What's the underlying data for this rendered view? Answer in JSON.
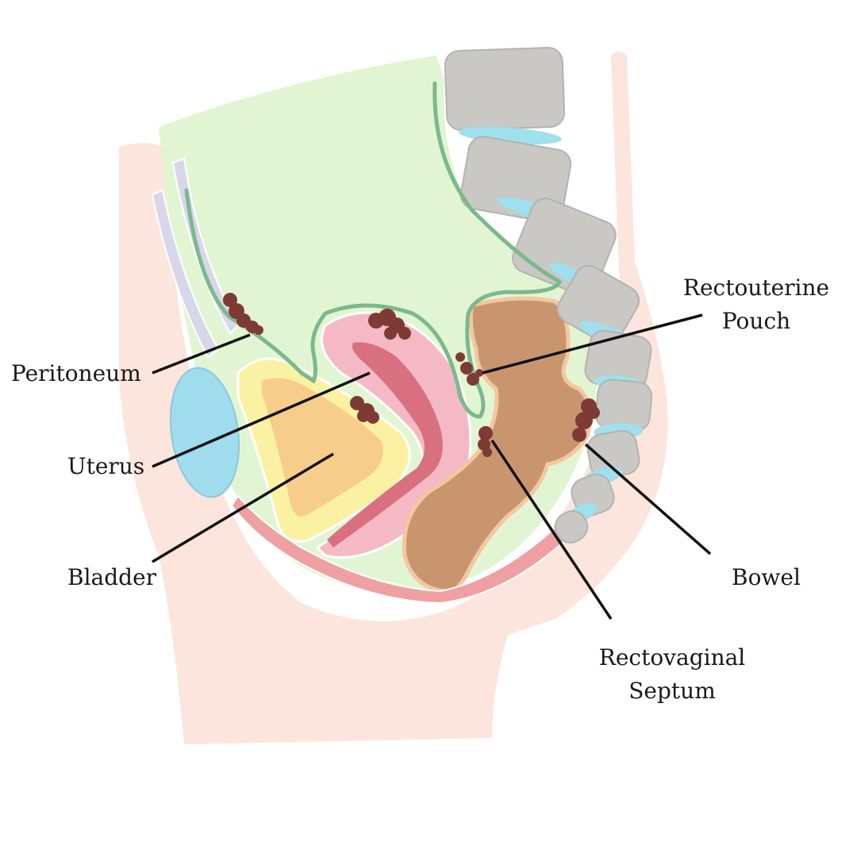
{
  "labels": {
    "peritoneum": "Peritoneum",
    "uterus": "Uterus",
    "bladder": "Bladder",
    "rectouterine_line1": "Rectouterine",
    "rectouterine_line2": "Pouch",
    "bowel": "Bowel",
    "rectovaginal_line1": "Rectovaginal",
    "rectovaginal_line2": "Septum"
  },
  "colors": {
    "skin": "#fbe5dc",
    "cavity": "#e2f5d2",
    "peritoneum_line": "#7bb98c",
    "spine_bone": "#c9c8c4",
    "spine_disc": "#9ee0ee",
    "pubic_bone": "#9fdcee",
    "bladder_outer": "#fbf1a3",
    "bladder_inner": "#f6cd8a",
    "uterus": "#f5b9c6",
    "uterus_inner": "#d9707f",
    "bowel": "#c9956f",
    "bowel_outline": "#f3c7a0",
    "floor": "#eea0a2",
    "lesion": "#7e3a34",
    "ligament": "#d8d6ea",
    "leader_line": "#111111"
  }
}
